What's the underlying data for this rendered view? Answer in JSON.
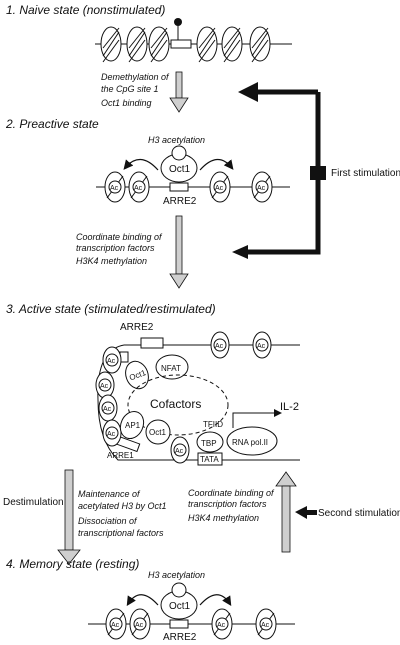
{
  "states": [
    {
      "label": "1. Naive state (nonstimulated)"
    },
    {
      "label": "2. Preactive state"
    },
    {
      "label": "3. Active state (stimulated/restimulated)"
    },
    {
      "label": "4. Memory state (resting)"
    }
  ],
  "transitions": {
    "t1": [
      "Demethylation of",
      "the CpG site 1",
      "Oct1 binding"
    ],
    "t2_top": "H3 acetylation",
    "t3": [
      "Coordinate binding of",
      "transcription factors",
      "H3K4 methylation"
    ],
    "t4_left": [
      "Maintenance of",
      "acetylated H3 by Oct1",
      "Dissociation of",
      "transcriptional factors"
    ],
    "t4_right": [
      "Coordinate binding of",
      "transcription factors",
      "H3K4 methylation"
    ],
    "memory_top": "H3 acetylation"
  },
  "labels": {
    "oct1": "Oct1",
    "arre2": "ARRE2",
    "ac": "Ac",
    "nfat": "NFAT",
    "ap1": "AP1",
    "cofactors": "Cofactors",
    "tfiid": "TFIID",
    "tbp": "TBP",
    "rnapol": "RNA pol.II",
    "tata": "TATA",
    "il2": "IL-2",
    "arre1": "ARRE1"
  },
  "side_labels": {
    "first_stimulation": "First stimulation",
    "second_stimulation": "Second stimulation",
    "destimulation": "Destimulation"
  }
}
